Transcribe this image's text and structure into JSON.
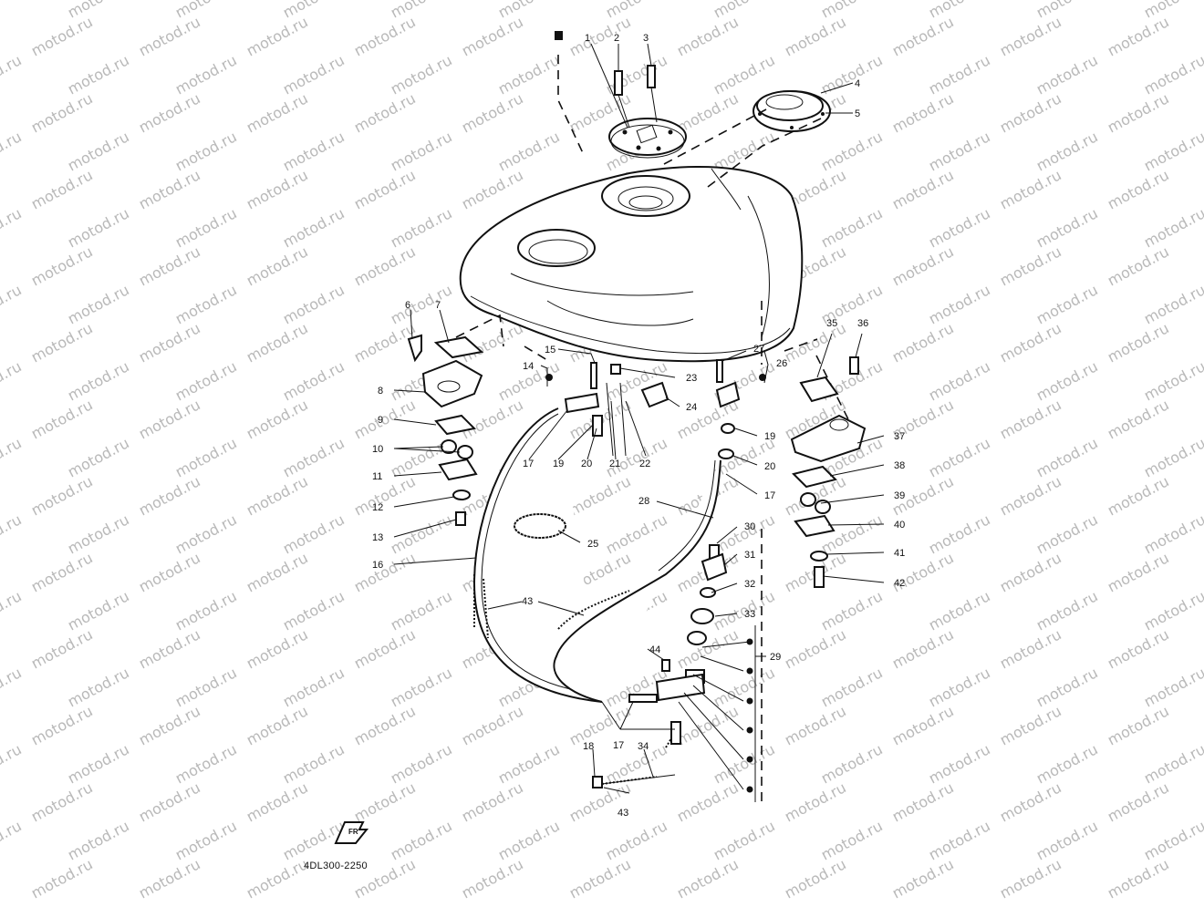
{
  "watermark_text": "motod.ru",
  "model_code": "4DL300-2250",
  "callouts": [
    "1",
    "2",
    "3",
    "4",
    "5",
    "6",
    "7",
    "8",
    "9",
    "10",
    "11",
    "12",
    "13",
    "14",
    "15",
    "16",
    "17",
    "17",
    "17",
    "17",
    "18",
    "19",
    "19",
    "20",
    "20",
    "20",
    "21",
    "22",
    "23",
    "24",
    "25",
    "26",
    "27",
    "28",
    "29",
    "30",
    "31",
    "32",
    "33",
    "34",
    "35",
    "36",
    "37",
    "38",
    "39",
    "40",
    "41",
    "42",
    "43",
    "43",
    "44"
  ],
  "icons": {
    "front_arrow": "fr-direction-arrow-icon",
    "new_part_mark": "square-marker-icon"
  },
  "colors": {
    "ink": "#111111",
    "watermark": "#b9b9b9",
    "background": "#ffffff"
  }
}
